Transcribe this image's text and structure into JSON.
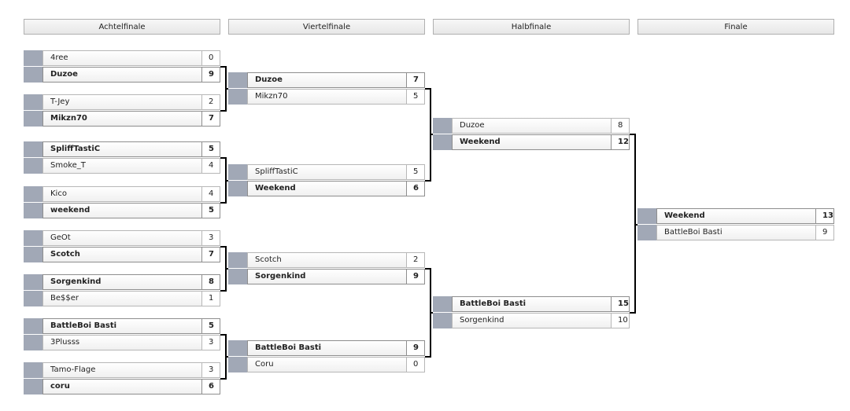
{
  "rounds": [
    "Achtelfinale",
    "Viertelfinale",
    "Halbfinale",
    "Finale"
  ],
  "matches": {
    "r1": [
      [
        {
          "name": "4ree",
          "score": "0",
          "win": false
        },
        {
          "name": "Duzoe",
          "score": "9",
          "win": true
        }
      ],
      [
        {
          "name": "T-Jey",
          "score": "2",
          "win": false
        },
        {
          "name": "Mikzn70",
          "score": "7",
          "win": true
        }
      ],
      [
        {
          "name": "SpliffTastiC",
          "score": "5",
          "win": true
        },
        {
          "name": "Smoke_T",
          "score": "4",
          "win": false
        }
      ],
      [
        {
          "name": "Kico",
          "score": "4",
          "win": false
        },
        {
          "name": "weekend",
          "score": "5",
          "win": true
        }
      ],
      [
        {
          "name": "GeOt",
          "score": "3",
          "win": false
        },
        {
          "name": "Scotch",
          "score": "7",
          "win": true
        }
      ],
      [
        {
          "name": "Sorgenkind",
          "score": "8",
          "win": true
        },
        {
          "name": "Be$$er",
          "score": "1",
          "win": false
        }
      ],
      [
        {
          "name": "BattleBoi Basti",
          "score": "5",
          "win": true
        },
        {
          "name": "3Plusss",
          "score": "3",
          "win": false
        }
      ],
      [
        {
          "name": "Tamo-Flage",
          "score": "3",
          "win": false
        },
        {
          "name": "coru",
          "score": "6",
          "win": true
        }
      ]
    ],
    "r2": [
      [
        {
          "name": "Duzoe",
          "score": "7",
          "win": true
        },
        {
          "name": "Mikzn70",
          "score": "5",
          "win": false
        }
      ],
      [
        {
          "name": "SpliffTastiC",
          "score": "5",
          "win": false
        },
        {
          "name": "Weekend",
          "score": "6",
          "win": true
        }
      ],
      [
        {
          "name": "Scotch",
          "score": "2",
          "win": false
        },
        {
          "name": "Sorgenkind",
          "score": "9",
          "win": true
        }
      ],
      [
        {
          "name": "BattleBoi Basti",
          "score": "9",
          "win": true
        },
        {
          "name": "Coru",
          "score": "0",
          "win": false
        }
      ]
    ],
    "r3": [
      [
        {
          "name": "Duzoe",
          "score": "8",
          "win": false
        },
        {
          "name": "Weekend",
          "score": "12",
          "win": true
        }
      ],
      [
        {
          "name": "BattleBoi Basti",
          "score": "15",
          "win": true
        },
        {
          "name": "Sorgenkind",
          "score": "10",
          "win": false
        }
      ]
    ],
    "r4": [
      [
        {
          "name": "Weekend",
          "score": "13",
          "win": true
        },
        {
          "name": "BattleBoi Basti",
          "score": "9",
          "win": false
        }
      ]
    ]
  }
}
